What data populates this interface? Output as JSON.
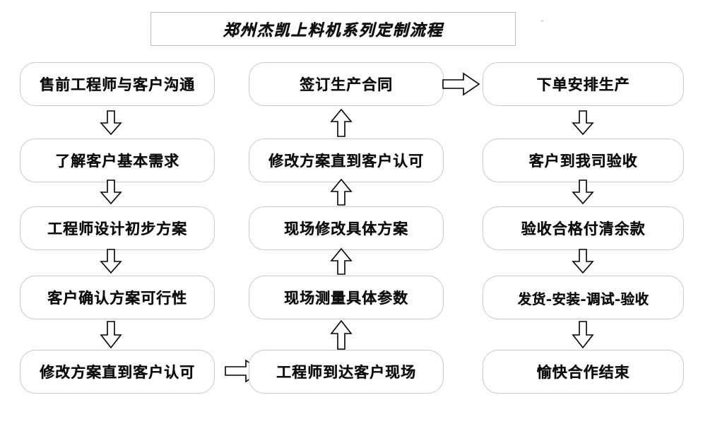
{
  "title": {
    "text": "郑州杰凯上料机系列定制流程"
  },
  "columns": [
    {
      "name": "column-1",
      "direction": "down",
      "nodes": [
        {
          "label": "售前工程师与客户沟通"
        },
        {
          "label": "了解客户基本需求"
        },
        {
          "label": "工程师设计初步方案"
        },
        {
          "label": "客户确认方案可行性"
        },
        {
          "label": "修改方案直到客户认可"
        }
      ]
    },
    {
      "name": "column-2",
      "direction": "up",
      "nodes": [
        {
          "label": "签订生产合同"
        },
        {
          "label": "修改方案直到客户认可"
        },
        {
          "label": "现场修改具体方案"
        },
        {
          "label": "现场测量具体参数"
        },
        {
          "label": "工程师到达客户现场"
        }
      ]
    },
    {
      "name": "column-3",
      "direction": "down",
      "nodes": [
        {
          "label": "下单安排生产"
        },
        {
          "label": "客户到我司验收"
        },
        {
          "label": "验收合格付清余款"
        },
        {
          "label": "发货-安装-调试-验收"
        },
        {
          "label": "愉快合作结束"
        }
      ]
    }
  ],
  "connectors": {
    "col1_to_col2": "arrow-right",
    "col2_to_col3": "arrow-right",
    "col1_internal": "arrow-down",
    "col2_internal": "arrow-up",
    "col3_internal": "arrow-down"
  },
  "colors": {
    "box_border": "#c9c9c9",
    "title_border": "#bfbfbf",
    "text": "#0d0d0d",
    "arrow_stroke": "#000000",
    "background": "#ffffff"
  }
}
